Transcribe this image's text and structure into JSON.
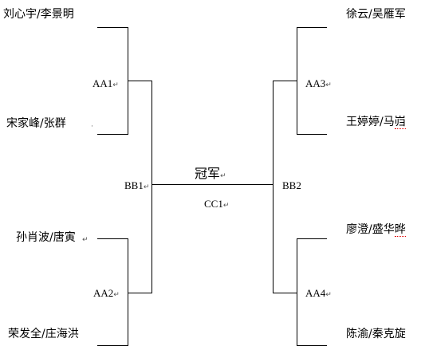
{
  "bracket": {
    "champion": "冠军",
    "final": "CC1",
    "semis": [
      "BB1",
      "BB2"
    ],
    "quarters": [
      "AA1",
      "AA2",
      "AA3",
      "AA4"
    ],
    "teams": {
      "left_top_1": "刘心宇/李景明",
      "left_top_2": "宋家峰/张群",
      "left_bottom_1": "孙肖波/唐寅",
      "left_bottom_2": "荣发全/庄海洪",
      "right_top_1": "徐云/吴雁军",
      "right_top_2_prefix": "王婷婷/马",
      "right_top_2_suffix": "岿",
      "right_bottom_1_prefix": "廖澄/盛华",
      "right_bottom_1_suffix": "晔",
      "right_bottom_2": "陈渝/秦克旋"
    },
    "paragraph_mark": "↵"
  }
}
